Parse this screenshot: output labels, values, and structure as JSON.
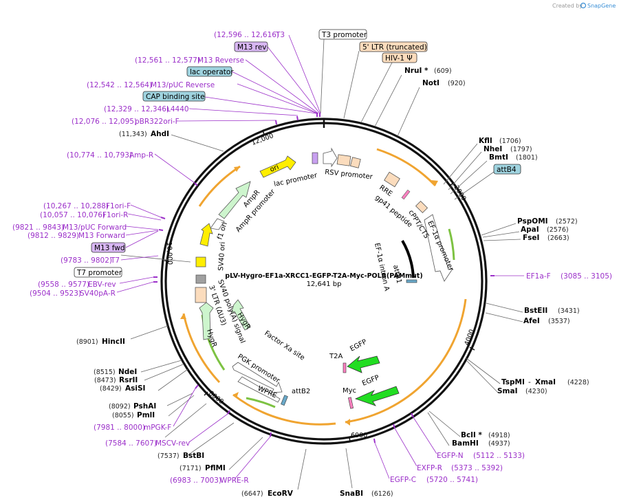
{
  "credit": {
    "prefix": "Created by",
    "brand": "SnapGene"
  },
  "plasmid": {
    "name": "pLV-Hygro-EF1a-XRCC1-EGFP-T2A-Myc-POLB(PAMmut)",
    "length": "12,641 bp"
  },
  "ticks": [
    "2000",
    "4000",
    "6000",
    "8000",
    "10,000",
    "12,000"
  ],
  "colors": {
    "primer": "#9b2fc9",
    "orange_arrow": "#f0a430",
    "green_arrow": "#7dc242",
    "egfp": "#22dd22"
  },
  "sites": [
    {
      "name": "NruI *",
      "pos": "(609)"
    },
    {
      "name": "NotI",
      "pos": "(920)"
    },
    {
      "name": "KflI",
      "pos": "(1706)"
    },
    {
      "name": "NheI",
      "pos": "(1797)"
    },
    {
      "name": "BmtI",
      "pos": "(1801)"
    },
    {
      "name": "PspOMI",
      "pos": "(2572)"
    },
    {
      "name": "ApaI",
      "pos": "(2576)"
    },
    {
      "name": "FseI",
      "pos": "(2663)"
    },
    {
      "name": "BstEII",
      "pos": "(3431)"
    },
    {
      "name": "AfeI",
      "pos": "(3537)"
    },
    {
      "name": "TspMI",
      "pos": "(4228)"
    },
    {
      "name": "XmaI",
      "pos": "(4228)"
    },
    {
      "name": "SmaI",
      "pos": "(4230)"
    },
    {
      "name": "BclI *",
      "pos": "(4918)"
    },
    {
      "name": "BamHI",
      "pos": "(4937)"
    },
    {
      "name": "SnaBI",
      "pos": "(6126)"
    },
    {
      "name": "EcoRV",
      "pos": "(6647)"
    },
    {
      "name": "PflMI",
      "pos": "(7171)"
    },
    {
      "name": "BstBI",
      "pos": "(7537)"
    },
    {
      "name": "PmlI",
      "pos": "(8055)"
    },
    {
      "name": "PshAI",
      "pos": "(8092)"
    },
    {
      "name": "AsiSI",
      "pos": "(8429)"
    },
    {
      "name": "RsrII",
      "pos": "(8473)"
    },
    {
      "name": "NdeI",
      "pos": "(8515)"
    },
    {
      "name": "HincII",
      "pos": "(8901)"
    },
    {
      "name": "AhdI",
      "pos": "(11,343)"
    }
  ],
  "primers": [
    {
      "name": "T3",
      "pos": "(12,596 .. 12,616)"
    },
    {
      "name": "M13 Reverse",
      "pos": "(12,561 .. 12,577)"
    },
    {
      "name": "M13/pUC Reverse",
      "pos": "(12,542 .. 12,564)"
    },
    {
      "name": "L4440",
      "pos": "(12,329 .. 12,346)"
    },
    {
      "name": "pBR322ori-F",
      "pos": "(12,076 .. 12,095)"
    },
    {
      "name": "Amp-R",
      "pos": "(10,774 .. 10,793)"
    },
    {
      "name": "F1ori-F",
      "pos": "(10,267 .. 10,288)"
    },
    {
      "name": "F1ori-R",
      "pos": "(10,057 .. 10,076)"
    },
    {
      "name": "M13/pUC Forward",
      "pos": "(9821 .. 9843)"
    },
    {
      "name": "M13 Forward",
      "pos": "(9812 .. 9829)"
    },
    {
      "name": "T7",
      "pos": "(9783 .. 9802)"
    },
    {
      "name": "EBV-rev",
      "pos": "(9558 .. 9577)"
    },
    {
      "name": "SV40pA-R",
      "pos": "(9504 .. 9523)"
    },
    {
      "name": "EF1a-F",
      "pos": "(3085 .. 3105)"
    },
    {
      "name": "EGFP-N",
      "pos": "(5112 .. 5133)"
    },
    {
      "name": "EXFP-R",
      "pos": "(5373 .. 5392)"
    },
    {
      "name": "EGFP-C",
      "pos": "(5720 .. 5741)"
    },
    {
      "name": "WPRE-R",
      "pos": "(6983 .. 7003)"
    },
    {
      "name": "MSCV-rev",
      "pos": "(7584 .. 7607)"
    },
    {
      "name": "mPGK-F",
      "pos": "(7981 .. 8000)"
    }
  ],
  "boxes": {
    "m13rev": "M13 rev",
    "lac_operator": "lac operator",
    "cap": "CAP binding site",
    "m13fwd": "M13 fwd",
    "t7promoter": "T7 promoter",
    "t3promoter": "T3 promoter",
    "ltr5": "5' LTR (truncated)",
    "hiv": "HIV-1 Ψ",
    "attb4": "attB4"
  },
  "features": {
    "ori": "ori",
    "lac_promoter": "lac promoter",
    "rsv_promoter": "RSV promoter",
    "rre": "RRE",
    "gp41": "gp41 peptide",
    "cppt": "cPPT/CTS",
    "ef1a_promoter": "EF-1α promoter",
    "ef1a_intron": "EF-1α intron A",
    "attb1": "attB1",
    "ampr": "AmpR",
    "ampr_promoter": "AmpR promoter",
    "f1_ori": "f1 ori",
    "sv40_ori": "SV40 ori",
    "sv40_polya": "SV40 poly(A) signal",
    "ltr3": "3' LTR (ΔU3)",
    "hygr1": "HygR",
    "hygr2": "HygR",
    "factor_xa": "Factor Xa site",
    "pgk": "PGK promoter",
    "wpre": "WPRE",
    "attb2": "attB2",
    "t2a": "T2A",
    "egfp1": "EGFP",
    "myc": "Myc",
    "egfp2": "EGFP"
  }
}
